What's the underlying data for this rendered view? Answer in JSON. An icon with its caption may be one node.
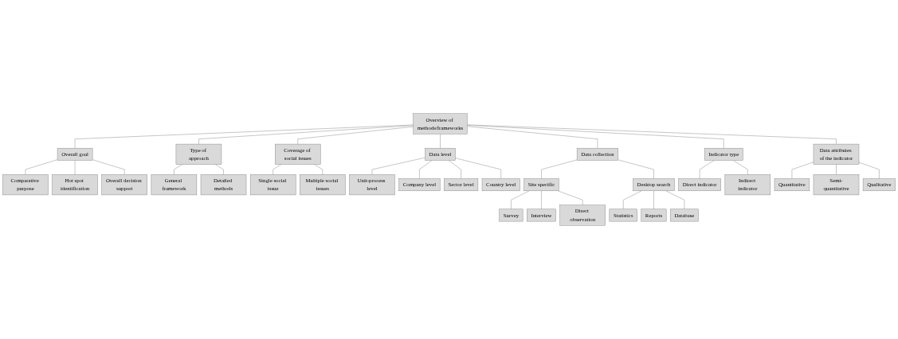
{
  "diagram": {
    "nodes": [
      {
        "text": [
          "Overview of methods/frameworks"
        ]
      },
      {
        "text": [
          "Overall goal"
        ]
      },
      {
        "text": [
          "Comparative purpose"
        ]
      },
      {
        "text": [
          "Hot spot identification"
        ]
      },
      {
        "text": [
          "Overall decision support"
        ]
      },
      {
        "text": [
          "Type of approach"
        ]
      },
      {
        "text": [
          "General framework"
        ]
      },
      {
        "text": [
          "Detailed methods"
        ]
      },
      {
        "text": [
          "Coverage of social issues"
        ]
      },
      {
        "text": [
          "Single social issue"
        ]
      },
      {
        "text": [
          "Multiple social issues"
        ]
      },
      {
        "text": [
          "Data level"
        ]
      },
      {
        "text": [
          "Unit-process level"
        ]
      },
      {
        "text": [
          "Company level"
        ]
      },
      {
        "text": [
          "Sector level"
        ]
      },
      {
        "text": [
          "Country level"
        ]
      },
      {
        "text": [
          "Data collection"
        ]
      },
      {
        "text": [
          "Site specific"
        ]
      },
      {
        "text": [
          "Survey"
        ]
      },
      {
        "text": [
          "Interview"
        ]
      },
      {
        "text": [
          "Direct observation"
        ]
      },
      {
        "text": [
          "Desktop search"
        ]
      },
      {
        "text": [
          "Statistics"
        ]
      },
      {
        "text": [
          "Reports"
        ]
      },
      {
        "text": [
          "Database"
        ]
      },
      {
        "text": [
          "Indicator type"
        ]
      },
      {
        "text": [
          "Direct indicator"
        ]
      },
      {
        "text": [
          "Indirect indicator"
        ]
      },
      {
        "text": [
          "Data attributes of the indicator"
        ]
      },
      {
        "text": [
          "Quantitative"
        ]
      },
      {
        "text": [
          "Semi-quantitative"
        ]
      },
      {
        "text": [
          "Qualitative"
        ]
      }
    ],
    "edges": [
      {
        "from": 0,
        "to": 1,
        "arrow": "none"
      },
      {
        "from": 1,
        "to": 2,
        "arrow": "none"
      },
      {
        "from": 1,
        "to": 3,
        "arrow": "none"
      },
      {
        "from": 1,
        "to": 4,
        "arrow": "none"
      },
      {
        "from": 0,
        "to": 5,
        "arrow": "none"
      },
      {
        "from": 5,
        "to": 6,
        "arrow": "none"
      },
      {
        "from": 5,
        "to": 7,
        "arrow": "none"
      },
      {
        "from": 0,
        "to": 8,
        "arrow": "none"
      },
      {
        "from": 8,
        "to": 9,
        "arrow": "none"
      },
      {
        "from": 8,
        "to": 10,
        "arrow": "none"
      },
      {
        "from": 0,
        "to": 11,
        "arrow": "none"
      },
      {
        "from": 11,
        "to": 12,
        "arrow": "none"
      },
      {
        "from": 11,
        "to": 13,
        "arrow": "none"
      },
      {
        "from": 11,
        "to": 14,
        "arrow": "none"
      },
      {
        "from": 11,
        "to": 15,
        "arrow": "none"
      },
      {
        "from": 0,
        "to": 16,
        "arrow": "none"
      },
      {
        "from": 16,
        "to": 17,
        "arrow": "none"
      },
      {
        "from": 17,
        "to": 18,
        "arrow": "none"
      },
      {
        "from": 17,
        "to": 19,
        "arrow": "none"
      },
      {
        "from": 17,
        "to": 20,
        "arrow": "none"
      },
      {
        "from": 16,
        "to": 21,
        "arrow": "none"
      },
      {
        "from": 21,
        "to": 22,
        "arrow": "none"
      },
      {
        "from": 21,
        "to": 23,
        "arrow": "none"
      },
      {
        "from": 21,
        "to": 24,
        "arrow": "none"
      },
      {
        "from": 0,
        "to": 25,
        "arrow": "none"
      },
      {
        "from": 25,
        "to": 26,
        "arrow": "none"
      },
      {
        "from": 25,
        "to": 27,
        "arrow": "none"
      },
      {
        "from": 0,
        "to": 28,
        "arrow": "none"
      },
      {
        "from": 28,
        "to": 29,
        "arrow": "none"
      },
      {
        "from": 28,
        "to": 30,
        "arrow": "none"
      },
      {
        "from": 28,
        "to": 31,
        "arrow": "none"
      }
    ]
  }
}
